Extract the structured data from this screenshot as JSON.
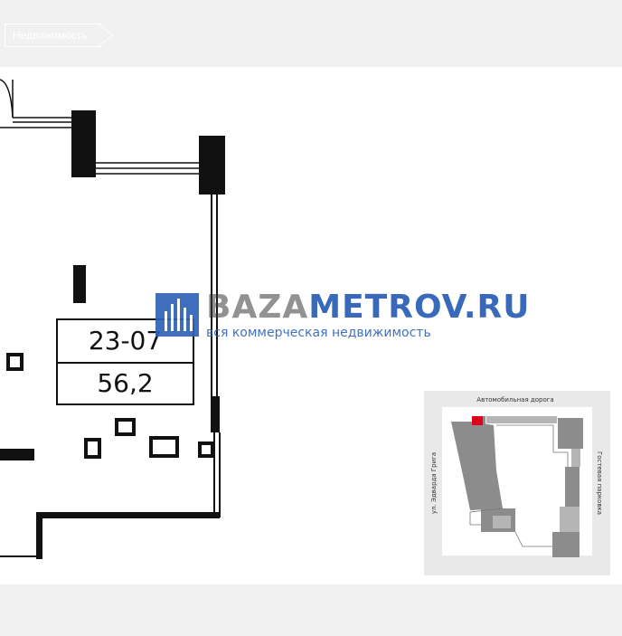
{
  "breadcrumb": {
    "label": "Недвижимость"
  },
  "watermark": {
    "brand_part1": "BAZA",
    "brand_part2": "METROV.RU",
    "tagline": "вся коммерческая недвижимость"
  },
  "unit": {
    "number": "23-07",
    "area": "56,2"
  },
  "minimap": {
    "road_top": "Автомобильная дорога",
    "road_left": "ул. Эдварда Грига",
    "road_right": "Гостевая парковка"
  },
  "colors": {
    "brand_blue": "#2f62b7",
    "highlight_red": "#e0001b",
    "wall": "#111111"
  }
}
